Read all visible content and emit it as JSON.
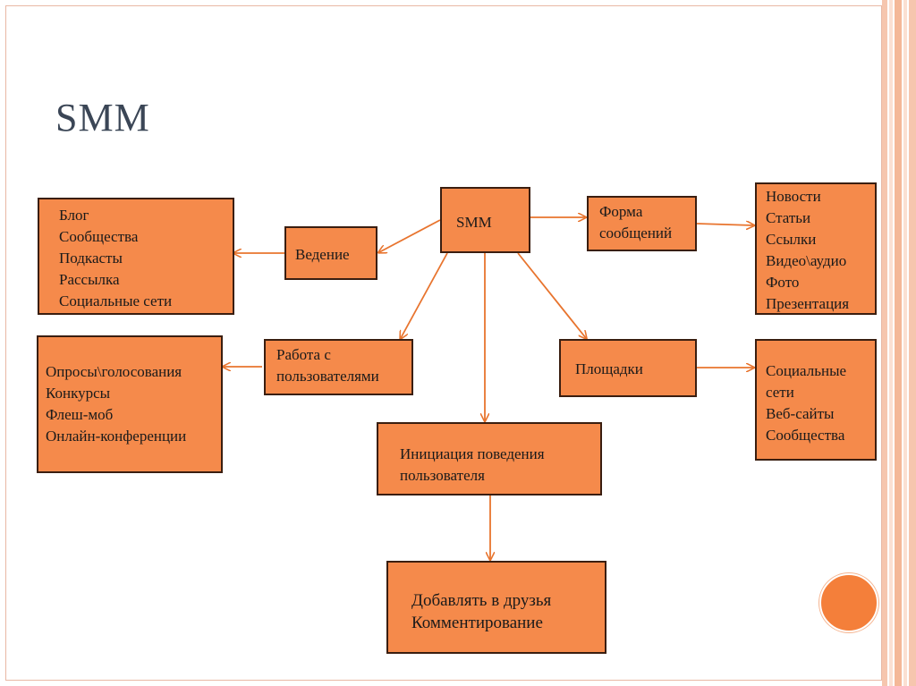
{
  "slide": {
    "title": "SMM",
    "colors": {
      "box_fill": "#f58a4b",
      "box_border": "#3a1e10",
      "arrow": "#e8742e",
      "title": "#3b4656",
      "accent_dot": "#f47f3a"
    }
  },
  "diagram": {
    "nodes": {
      "smm": {
        "lines": [
          "SMM"
        ]
      },
      "vedenie": {
        "lines": [
          "Ведение"
        ]
      },
      "vedenie_items": {
        "lines": [
          "Блог",
          "Сообщества",
          "Подкасты",
          "Рассылка",
          "Социальные сети"
        ]
      },
      "forma": {
        "lines": [
          "Форма",
          "сообщений"
        ]
      },
      "forma_items": {
        "lines": [
          "Новости",
          "Статьи",
          "Ссылки",
          "Видео\\аудио",
          "Фото",
          "Презентация"
        ]
      },
      "rabota": {
        "lines": [
          "Работа с",
          "пользователями"
        ]
      },
      "rabota_items": {
        "lines": [
          "Опросы\\голосования",
          "Конкурсы",
          "Флеш-моб",
          "Онлайн-конференции"
        ]
      },
      "ploshchadki": {
        "lines": [
          "Площадки"
        ]
      },
      "ploshchadki_items": {
        "lines": [
          "Социальные",
          "сети",
          "Веб-сайты",
          "Сообщества"
        ]
      },
      "iniciaciya": {
        "lines": [
          "Инициация поведения",
          "пользователя"
        ]
      },
      "iniciaciya_items": {
        "lines": [
          "Добавлять в друзья",
          "Комментирование"
        ]
      }
    },
    "edges": [
      {
        "from": "smm",
        "to": "vedenie"
      },
      {
        "from": "vedenie",
        "to": "vedenie_items"
      },
      {
        "from": "smm",
        "to": "forma"
      },
      {
        "from": "forma",
        "to": "forma_items"
      },
      {
        "from": "smm",
        "to": "rabota"
      },
      {
        "from": "rabota",
        "to": "rabota_items"
      },
      {
        "from": "smm",
        "to": "ploshchadki"
      },
      {
        "from": "ploshchadki",
        "to": "ploshchadki_items"
      },
      {
        "from": "smm",
        "to": "iniciaciya"
      },
      {
        "from": "iniciaciya",
        "to": "iniciaciya_items"
      }
    ]
  }
}
